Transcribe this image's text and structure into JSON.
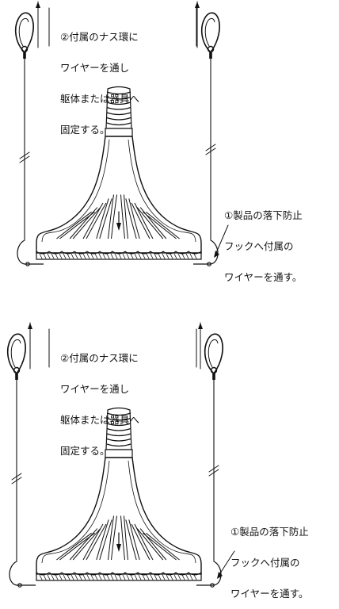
{
  "panels": [
    {
      "top_note": [
        "②付属のナス環に",
        "ワイヤーを通し",
        "躯体または器具へ",
        "固定する。"
      ],
      "side_note": [
        "①製品の落下防止",
        "フックへ付属の",
        "ワイヤーを通す。"
      ]
    },
    {
      "top_note": [
        "②付属のナス環に",
        "ワイヤーを通し",
        "躯体または器具へ",
        "固定する。"
      ],
      "side_note": [
        "①製品の落下防止",
        "フックへ付属の",
        "ワイヤーを通す。"
      ]
    }
  ],
  "colors": {
    "line": "#111111",
    "background": "#ffffff"
  }
}
